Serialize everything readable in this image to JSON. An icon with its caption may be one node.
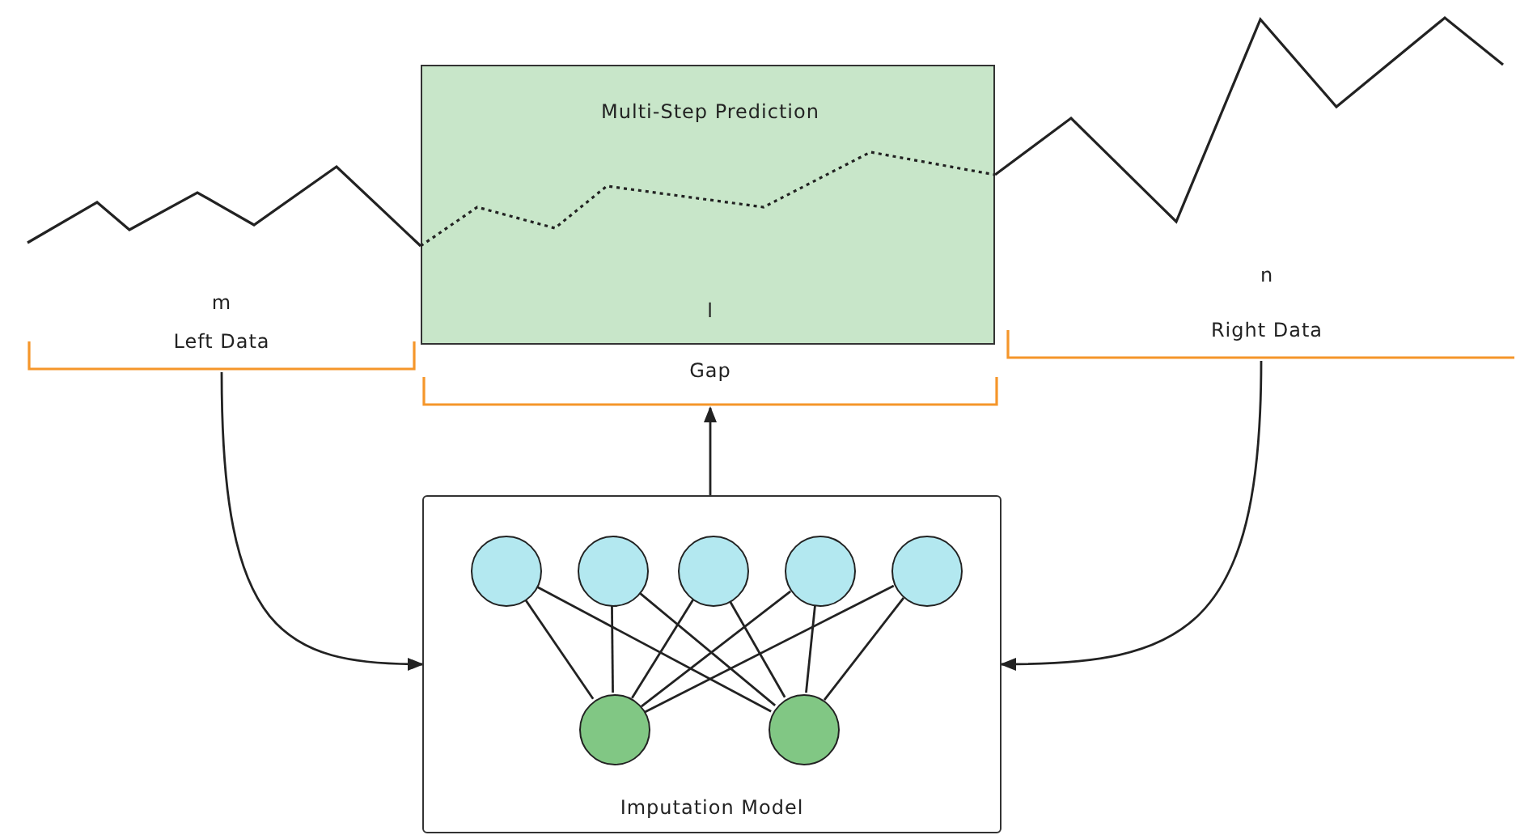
{
  "diagram": {
    "nodes": [
      {
        "text": [
          "m",
          "Left Data"
        ]
      },
      {
        "text": [
          "Multi-Step Prediction",
          "l"
        ]
      },
      {
        "text": [
          "Gap"
        ]
      },
      {
        "text": [
          "n",
          "Right Data"
        ]
      },
      {
        "text": [
          "Imputation Model"
        ]
      },
      {
        "text": [],
        "shape": "circle",
        "in": 4
      },
      {
        "text": [],
        "shape": "circle",
        "in": 4
      },
      {
        "text": [],
        "shape": "circle",
        "in": 4
      },
      {
        "text": [],
        "shape": "circle",
        "in": 4
      },
      {
        "text": [],
        "shape": "circle",
        "in": 4
      },
      {
        "text": [],
        "shape": "circle",
        "in": 4
      },
      {
        "text": [],
        "shape": "circle",
        "in": 4
      }
    ],
    "edges": [
      {
        "from": 0,
        "to": 4,
        "arrow": "to"
      },
      {
        "from": 3,
        "to": 4,
        "arrow": "to"
      },
      {
        "from": 4,
        "to": 2,
        "arrow": "to"
      },
      {
        "from": 5,
        "to": 10,
        "arrow": "none"
      },
      {
        "from": 5,
        "to": 11,
        "arrow": "none"
      },
      {
        "from": 6,
        "to": 10,
        "arrow": "none"
      },
      {
        "from": 6,
        "to": 11,
        "arrow": "none"
      },
      {
        "from": 7,
        "to": 10,
        "arrow": "none"
      },
      {
        "from": 7,
        "to": 11,
        "arrow": "none"
      },
      {
        "from": 8,
        "to": 10,
        "arrow": "none"
      },
      {
        "from": 8,
        "to": 11,
        "arrow": "none"
      },
      {
        "from": 9,
        "to": 10,
        "arrow": "none"
      },
      {
        "from": 9,
        "to": 11,
        "arrow": "none"
      }
    ]
  }
}
